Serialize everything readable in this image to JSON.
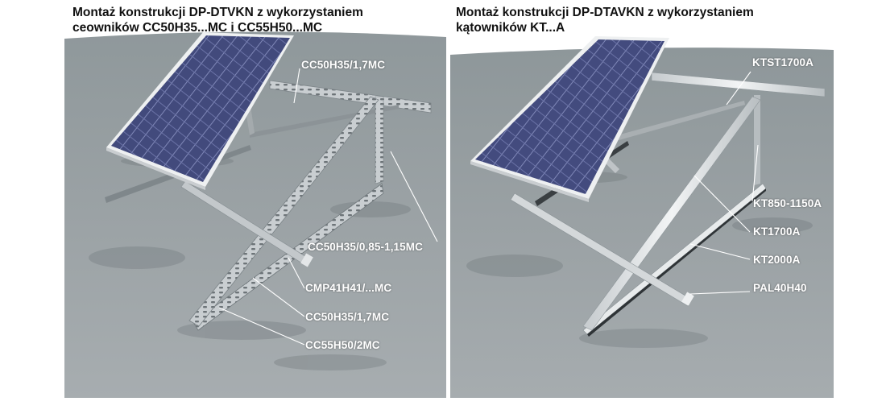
{
  "panels": [
    {
      "title": "Montaż konstrukcji DP-DTVKN z wykorzystaniem\nceowników CC50H35...MC i CC55H50...MC",
      "labels": [
        "CC50H35/1,7MC",
        "CC50H35/0,85-1,15MC",
        "CMP41H41/...MC",
        "CC50H35/1,7MC",
        "CC55H50/2MC"
      ]
    },
    {
      "title": "Montaż konstrukcji DP-DTAVKN z wykorzystaniem\nkątowników KT...A",
      "labels": [
        "KTST1700A",
        "KT850-1150A",
        "KT1700A",
        "KT2000A",
        "PAL40H40"
      ]
    }
  ],
  "colors": {
    "concrete": "#8e969a",
    "panel_cells": "#3f4677",
    "frame_aluminium": "#dfe2e4",
    "label_text": "#ffffff",
    "title_text": "#111111"
  }
}
